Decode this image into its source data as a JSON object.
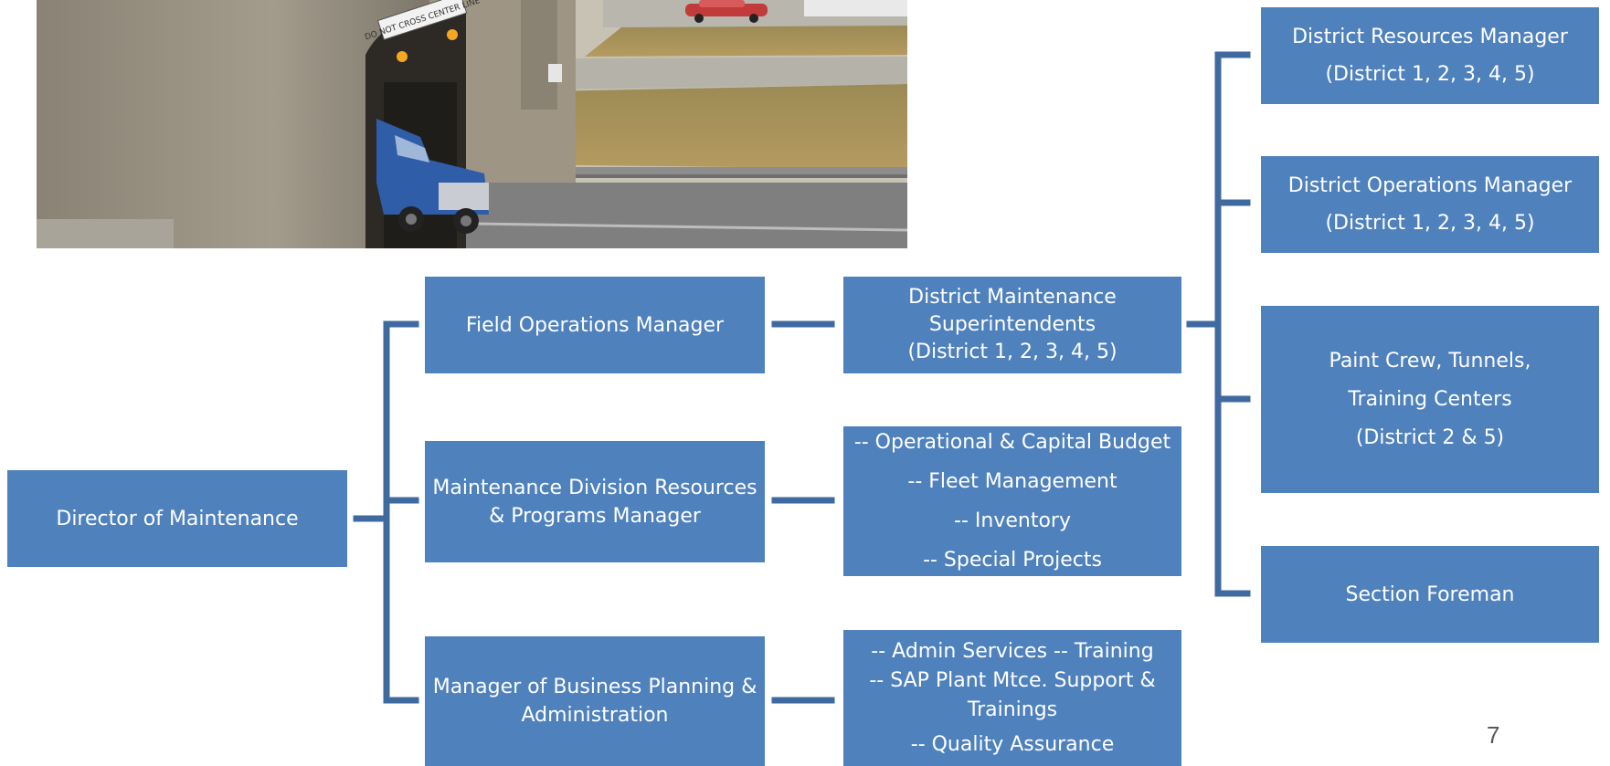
{
  "org_chart": {
    "director": "Director of Maintenance",
    "managers": [
      {
        "label": [
          "Field Operations Manager"
        ]
      },
      {
        "label": [
          "Maintenance Division Resources",
          "& Programs Manager"
        ]
      },
      {
        "label": [
          "Manager of Business Planning &",
          "Administration"
        ]
      }
    ],
    "sub_units": [
      {
        "lines": [
          "District Maintenance",
          "Superintendents",
          "(District 1, 2, 3, 4, 5)"
        ]
      },
      {
        "lines": [
          "-- Operational & Capital Budget",
          "-- Fleet Management",
          "-- Inventory",
          "-- Special Projects"
        ]
      },
      {
        "lines": [
          "-- Admin Services   -- Training",
          "-- SAP Plant Mtce. Support &",
          "Trainings",
          "-- Quality Assurance"
        ]
      }
    ],
    "district_units": [
      {
        "lines": [
          "District Resources Manager",
          "(District 1, 2, 3, 4, 5)"
        ]
      },
      {
        "lines": [
          "District Operations Manager",
          "(District 1, 2, 3, 4, 5)"
        ]
      },
      {
        "lines": [
          "Paint Crew, Tunnels,",
          "Training Centers",
          "(District 2 & 5)"
        ]
      },
      {
        "lines": [
          "Section Foreman"
        ]
      }
    ]
  },
  "photo": {
    "sign_text": "DO NOT CROSS CENTER LINE"
  },
  "page_number": "7",
  "colors": {
    "box": "#4f81bd",
    "connector": "#3f6aa0",
    "text": "#ffffff"
  }
}
